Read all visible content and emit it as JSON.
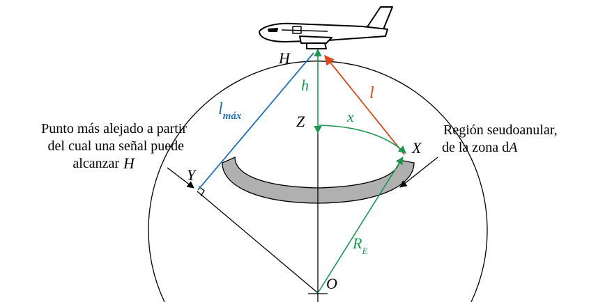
{
  "labels": {
    "H": "H",
    "l_max_main": "l",
    "l_max_sub": "máx",
    "h": "h",
    "l": "l",
    "Z": "Z",
    "x": "x",
    "X": "X",
    "Y": "Y",
    "R_main": "R",
    "R_sub": "E",
    "O": "O"
  },
  "annotations": {
    "left_line1": "Punto más alejado a partir",
    "left_line2": "del cual una señal puede",
    "left_line3": "alcanzar",
    "left_var": "H",
    "right_line1": "Región seudoanular,",
    "right_line2_prefix": "de la zona d",
    "right_line2_var": "A"
  },
  "colors": {
    "blue": "#1f6fbf",
    "red": "#e0451b",
    "green": "#1a9850",
    "annulus": "#b0b0b0",
    "ink": "#000000"
  }
}
